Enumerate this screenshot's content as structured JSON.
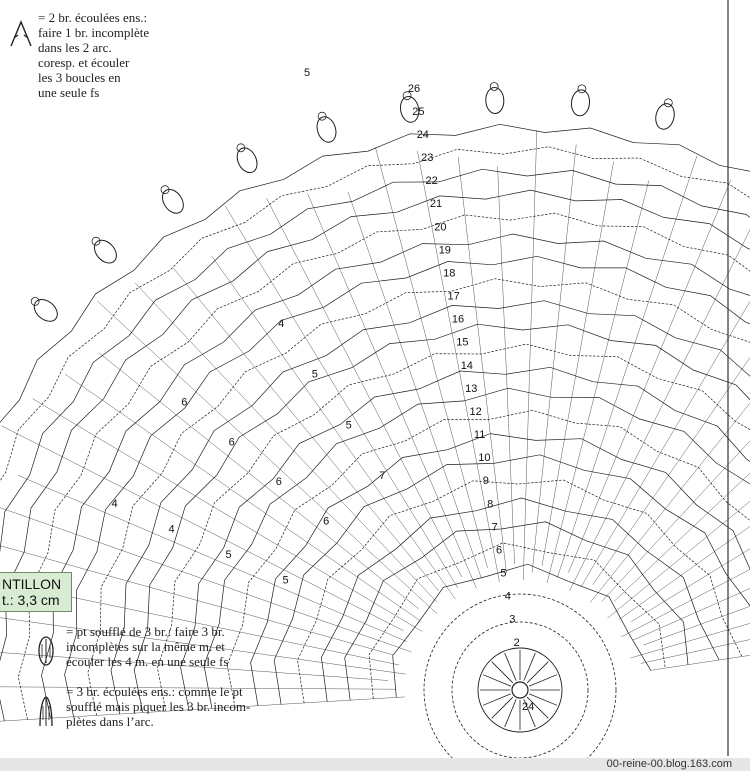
{
  "legend": {
    "top_note": "= 2 br. écoulées ens.:\nfaire 1 br. incomplète\ndans les 2 arc.\ncoresp. et écouler\nles 3 boucles en\nune seule fs",
    "souffle_note": "= pt soufflé de 3 br.: faire 3 br.\nincomplètes sur la même m. et\nécouler les 4 m. en une seule fs",
    "three_note": "= 3 br. écoulées ens.: comme le pt\nsoufflé mais piquer les 3 br. incom-\nplètes dans l’arc.",
    "sample_line1": "NTILLON",
    "sample_line2": "t.: 3,3 cm"
  },
  "row_numbers": [
    "2",
    "3",
    "4",
    "5",
    "6",
    "7",
    "8",
    "9",
    "10",
    "11",
    "12",
    "13",
    "14",
    "15",
    "16",
    "17",
    "18",
    "19",
    "20",
    "21",
    "22",
    "23",
    "24",
    "25",
    "26"
  ],
  "group_numbers": [
    "5",
    "5",
    "4",
    "4",
    "6",
    "6",
    "6",
    "6",
    "7",
    "5",
    "5",
    "4"
  ],
  "extra_marks": [
    "5",
    "24"
  ],
  "watermark": "00-reine-00.blog.163.com",
  "colors": {
    "ink": "#1f1f1f",
    "sample_bg": "#d8ecd4",
    "footer_bg": "#e6e6e6"
  }
}
